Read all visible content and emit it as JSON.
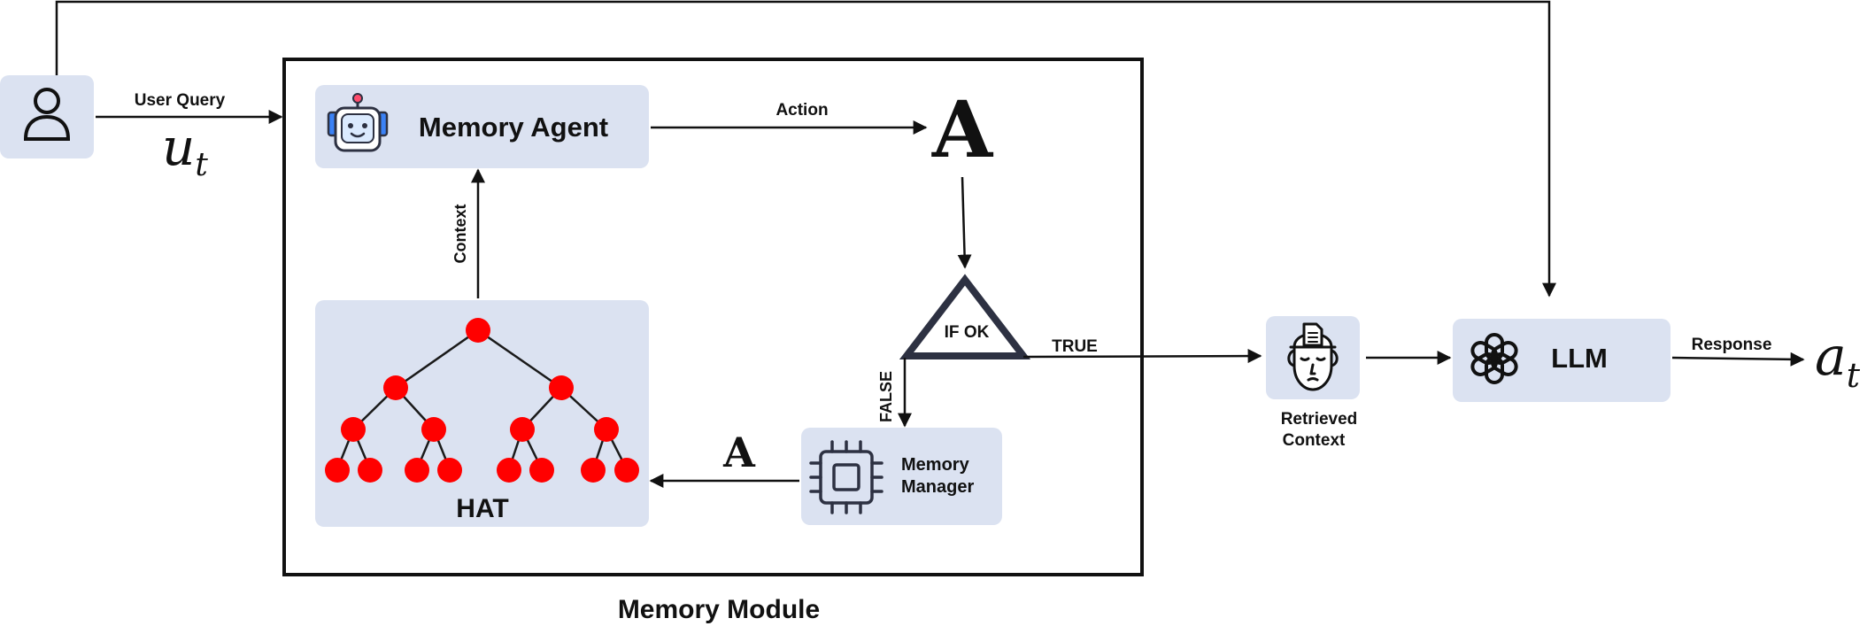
{
  "user": {
    "query_label": "User Query",
    "query_symbol": "u",
    "query_subscript": "t"
  },
  "module": {
    "title": "Memory Module"
  },
  "agent": {
    "label": "Memory Agent"
  },
  "action": {
    "label": "Action",
    "symbol": "A"
  },
  "decision": {
    "label": "IF OK",
    "true_label": "TRUE",
    "false_label": "FALSE"
  },
  "hat": {
    "label": "HAT",
    "context_label": "Context"
  },
  "manager": {
    "line1": "Memory",
    "line2": "Manager",
    "output_symbol": "A"
  },
  "retrieved": {
    "line1": "Retrieved",
    "line2": "Context"
  },
  "llm": {
    "label": "LLM",
    "response_label": "Response",
    "response_symbol": "a",
    "response_subscript": "t"
  },
  "colors": {
    "box_fill": "#dbe2f1",
    "node": "#ff0000",
    "edge": "#1a1a1a",
    "icon": "#2d3142"
  }
}
